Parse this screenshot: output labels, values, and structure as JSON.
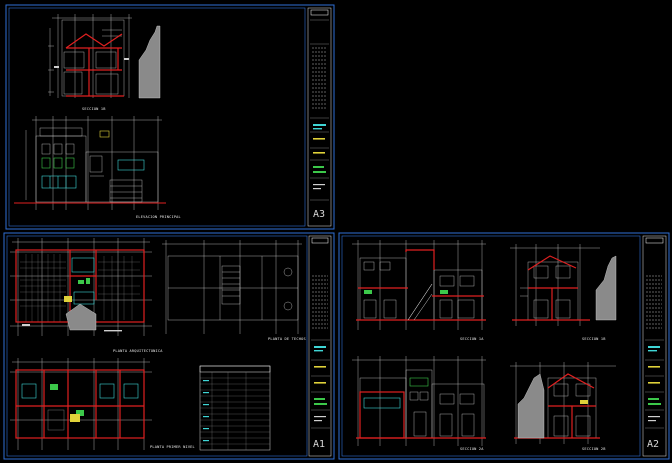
{
  "sheets": [
    {
      "id": "A3"
    },
    {
      "id": "A1"
    },
    {
      "id": "A2"
    }
  ],
  "captions": {
    "section_a3_top": "SECCION 1B",
    "elevation_a3": "ELEVACION PRINCIPAL",
    "plan_ground": "PLANTA ARQUITECTONICA",
    "plan_roof": "PLANTA DE TECHOS",
    "plan_upper": "PLANTA PRIMER NIVEL",
    "section_a2_1": "SECCION 1A",
    "section_a2_2": "SECCION 1B",
    "section_a2_3": "SECCION 2A",
    "section_a2_4": "SECCION 2B"
  },
  "colors": {
    "background": "#000000",
    "border": "#2f6fd6",
    "wall": "#e02020",
    "line": "#cfcfcf",
    "accent_green": "#3cc84a",
    "accent_cyan": "#3fd6d6",
    "accent_yellow": "#e0d23a",
    "terrain": "#8a8a8a"
  }
}
